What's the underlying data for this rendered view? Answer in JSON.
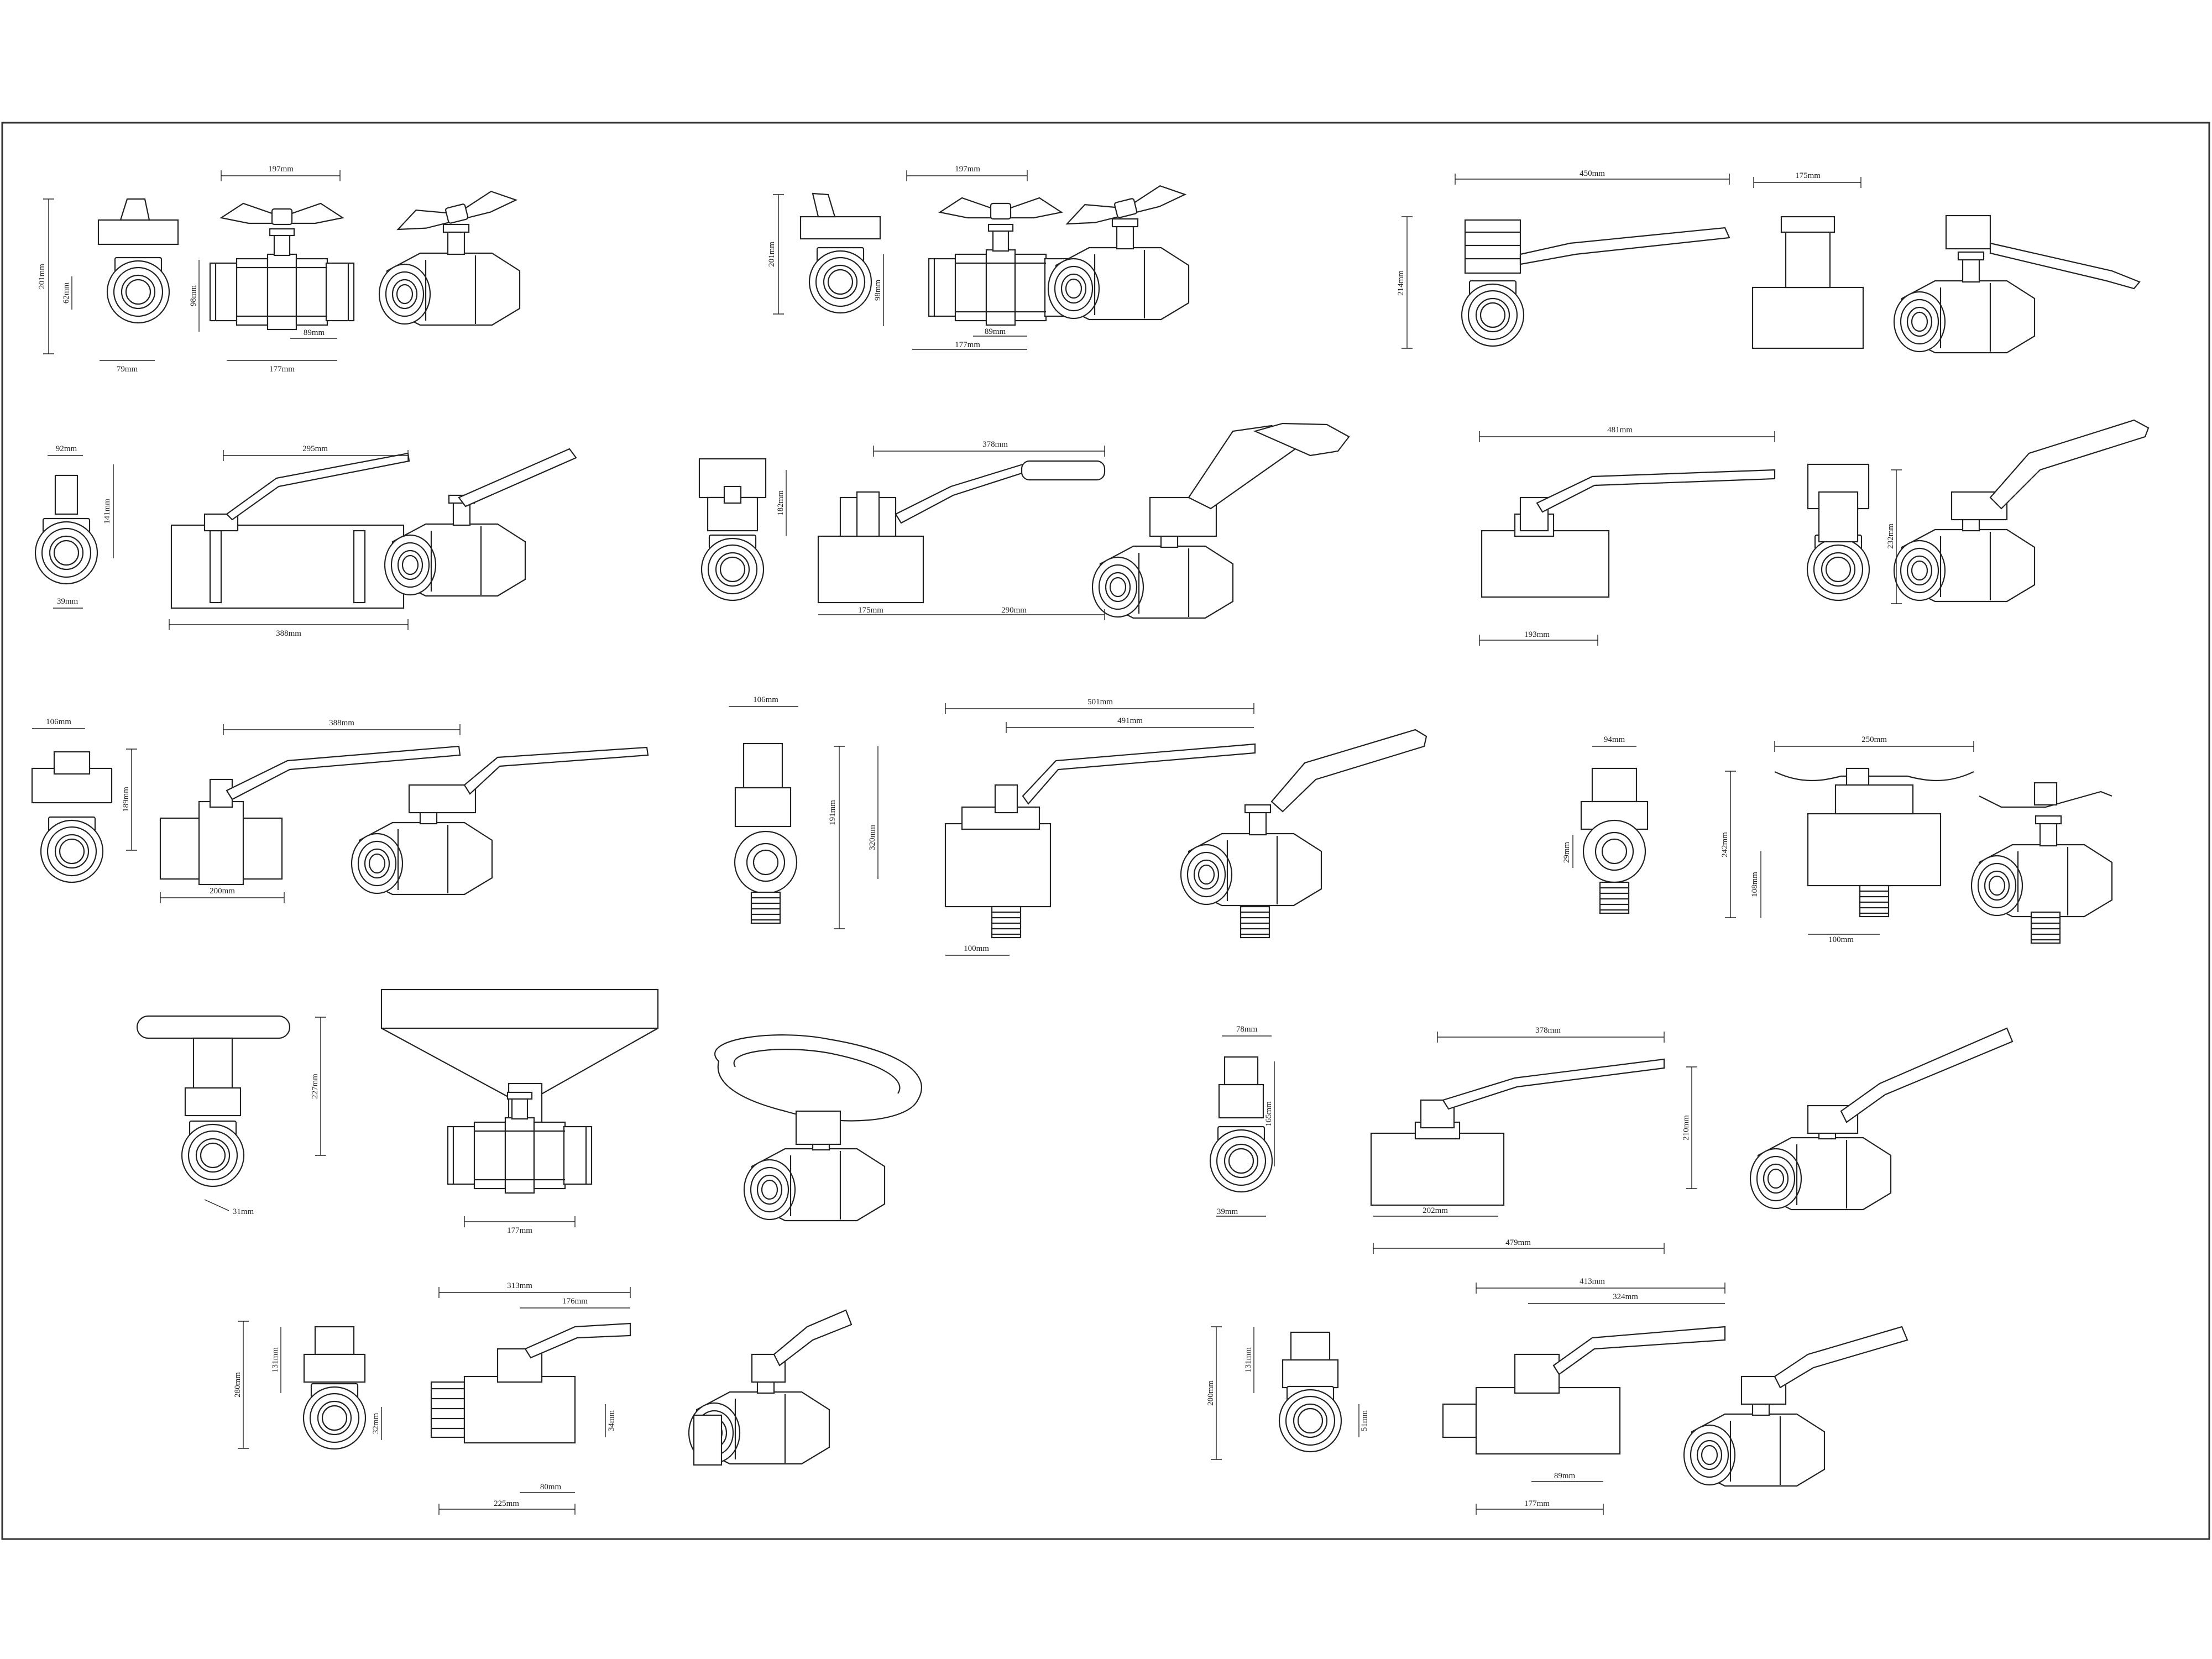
{
  "sheet": {
    "background": "#ffffff",
    "line_color": "#222222"
  },
  "groups": [
    {
      "id": "g1",
      "dims": [
        "201mm",
        "62mm",
        "79mm",
        "197mm",
        "98mm",
        "89mm",
        "177mm"
      ]
    },
    {
      "id": "g2",
      "dims": [
        "201mm",
        "197mm",
        "98mm",
        "89mm",
        "177mm"
      ]
    },
    {
      "id": "g3",
      "dims": [
        "450mm",
        "175mm",
        "214mm"
      ]
    },
    {
      "id": "g4",
      "dims": [
        "92mm",
        "141mm",
        "39mm",
        "295mm",
        "388mm"
      ]
    },
    {
      "id": "g5",
      "dims": [
        "378mm",
        "182mm",
        "175mm",
        "290mm"
      ]
    },
    {
      "id": "g6",
      "dims": [
        "481mm",
        "193mm",
        "232mm"
      ]
    },
    {
      "id": "g7",
      "dims": [
        "106mm",
        "189mm",
        "388mm",
        "200mm"
      ]
    },
    {
      "id": "g8",
      "dims": [
        "106mm",
        "191mm",
        "320mm",
        "501mm",
        "491mm",
        "100mm"
      ]
    },
    {
      "id": "g9",
      "dims": [
        "94mm",
        "29mm",
        "250mm",
        "242mm",
        "108mm",
        "100mm"
      ]
    },
    {
      "id": "g10",
      "dims": [
        "227mm",
        "31mm",
        "177mm"
      ]
    },
    {
      "id": "g11",
      "dims": [
        "78mm",
        "165mm",
        "39mm",
        "378mm",
        "210mm",
        "202mm",
        "479mm"
      ]
    },
    {
      "id": "g12",
      "dims": [
        "131mm",
        "280mm",
        "32mm",
        "313mm",
        "176mm",
        "34mm",
        "80mm",
        "225mm"
      ]
    },
    {
      "id": "g13",
      "dims": [
        "200mm",
        "131mm",
        "51mm",
        "413mm",
        "324mm",
        "89mm",
        "177mm"
      ]
    }
  ]
}
